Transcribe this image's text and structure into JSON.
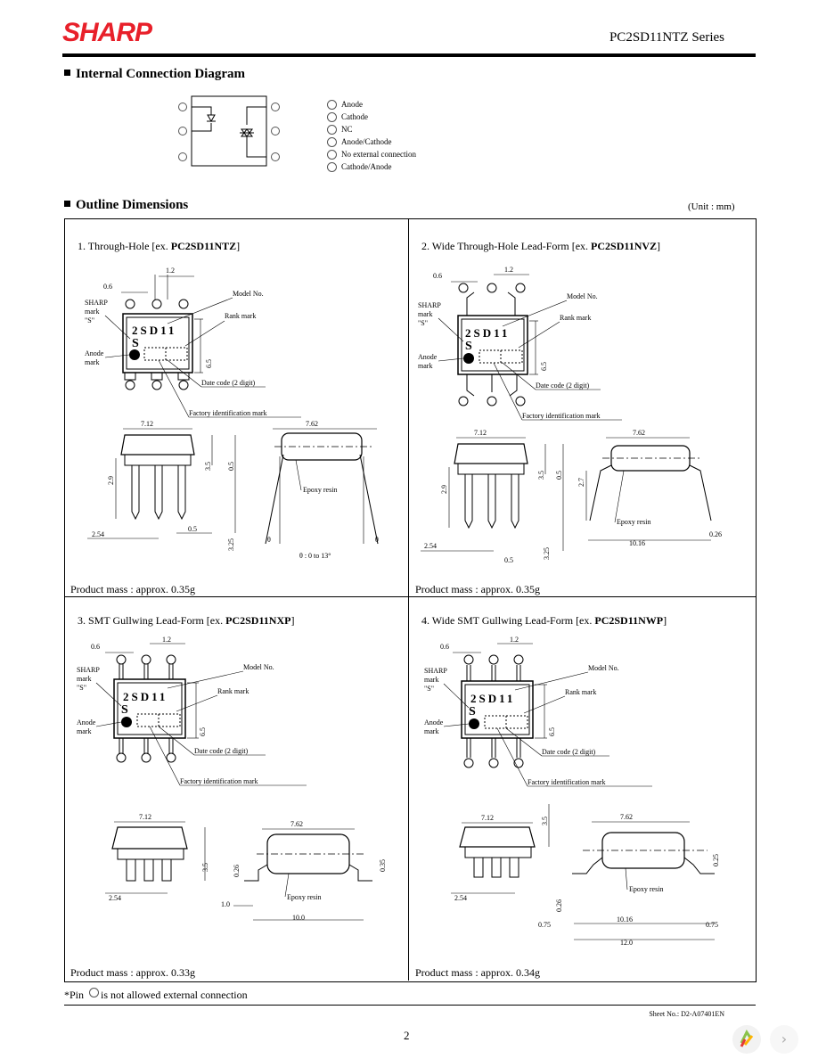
{
  "header": {
    "logo": "SHARP",
    "series": "PC2SD11NTZ Series"
  },
  "sections": {
    "internal": "Internal Connection Diagram",
    "outline": "Outline Dimensions",
    "unit": "(Unit : mm)"
  },
  "pins": [
    "Anode",
    "Cathode",
    "NC",
    "Anode/Cathode",
    "No external connection",
    "Cathode/Anode"
  ],
  "cells": {
    "c1": {
      "title_pre": "1. Through-Hole [ex. ",
      "title_bold": "PC2SD11NTZ",
      "title_post": "]",
      "mass": "Product mass : approx. 0.35g"
    },
    "c2": {
      "title_pre": "2. Wide Through-Hole Lead-Form [ex. ",
      "title_bold": "PC2SD11NVZ",
      "title_post": "]",
      "mass": "Product mass : approx. 0.35g"
    },
    "c3": {
      "title_pre": "3. SMT Gullwing Lead-Form [ex. ",
      "title_bold": "PC2SD11NXP",
      "title_post": "]",
      "mass": "Product mass : approx. 0.33g"
    },
    "c4": {
      "title_pre": "4. Wide SMT Gullwing Lead-Form [ex. ",
      "title_bold": "PC2SD11NWP",
      "title_post": "]",
      "mass": "Product mass : approx. 0.34g"
    }
  },
  "labels": {
    "model": "Model No.",
    "rank": "Rank mark",
    "sharp_mark_1": "SHARP",
    "sharp_mark_2": "mark",
    "sharp_mark_3": "\"S\"",
    "anode_1": "Anode",
    "anode_2": "mark",
    "date": "Date code (2 digit)",
    "factory": "Factory identification mark",
    "epoxy": "Epoxy resin",
    "chip": "2SD11",
    "s": "S",
    "theta": "θ",
    "theta_range": "θ : 0 to 13°"
  },
  "dims": {
    "d06": "0.6",
    "d12": "1.2",
    "d65": "6.5",
    "d712": "7.12",
    "d762": "7.62",
    "d29": "2.9",
    "d35": "3.5",
    "d05": "0.5",
    "d254": "2.54",
    "d325": "3.25",
    "d27": "2.7",
    "d1016": "10.16",
    "d026": "0.26",
    "d10": "1.0",
    "d100": "10.0",
    "d035": "0.35",
    "d025": "0.25",
    "d075": "0.75",
    "d120": "12.0"
  },
  "footer": {
    "note_pre": "*Pin",
    "note_post": "is not allowed external connection",
    "sheet": "Sheet No.: D2-A07401EN",
    "page": "2"
  }
}
